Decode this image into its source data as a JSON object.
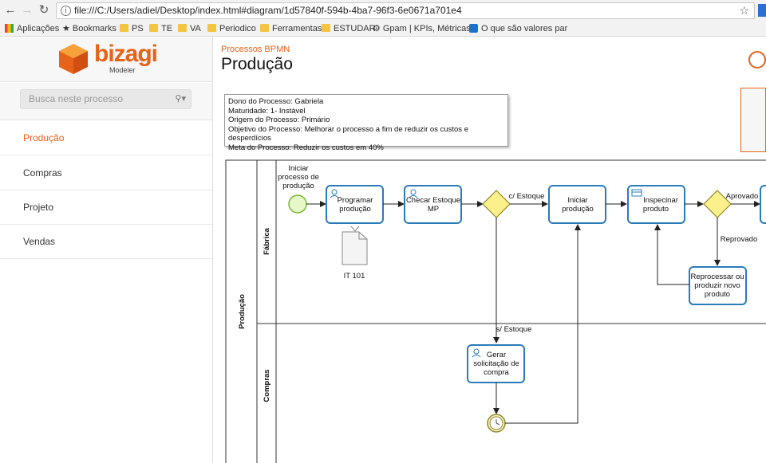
{
  "browser": {
    "url": "file:///C:/Users/adiel/Desktop/index.html#diagram/1d57840f-594b-4ba7-96f3-6e0671a701e4",
    "bookmarks": [
      "Aplicações",
      "Bookmarks",
      "PS",
      "TE",
      "VA",
      "Periodico",
      "Ferramentas",
      "ESTUDAR",
      "Gpam | KPIs, Métricas",
      "O que são valores par"
    ]
  },
  "app": {
    "logo": "bizagi",
    "logo_sub": "Modeler",
    "search_placeholder": "Busca neste processo",
    "nav": [
      "Produção",
      "Compras",
      "Projeto",
      "Vendas"
    ],
    "active_nav": "Produção",
    "breadcrumb": "Processos BPMN",
    "title": "Produção",
    "accent": "#e8631a"
  },
  "process_info": [
    "Dono do Processo: Gabriela",
    "Maturidade: 1- Instável",
    "Origem do Processo: Primário",
    "Objetivo do Processo: Melhorar o processo a fim de reduzir os custos e desperdícios",
    "Meta do Processo: Reduzir os custos em 40%"
  ],
  "diagram": {
    "pool": "Produção",
    "lanes": [
      "Fábrica",
      "Compras"
    ],
    "start_event": [
      "Iniciar",
      "processo de",
      "produção"
    ],
    "tasks": {
      "programar": [
        "Programar",
        "produção"
      ],
      "checar": [
        "Checar Estoque",
        "MP"
      ],
      "iniciar": [
        "Iniciar",
        "produção"
      ],
      "inspecionar": [
        "Inspecinar",
        "produto"
      ],
      "reprocessar": [
        "Reprocessar ou",
        "produzir novo",
        "produto"
      ],
      "gerar": [
        "Gerar",
        "solicitação de",
        "compra"
      ]
    },
    "document": "IT 101",
    "flows": {
      "com_estoque": "c/ Estoque",
      "sem_estoque": "s/ Estoque",
      "aprovado": "Aprovado",
      "reprovado": "Reprovado"
    }
  }
}
